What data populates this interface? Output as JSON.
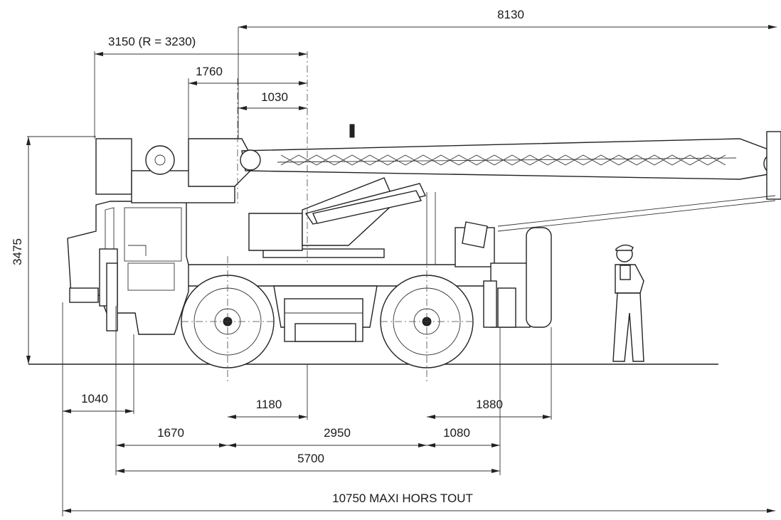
{
  "dimensions": {
    "total_top_length": "8130",
    "rear_overhang_radius": "3150 (R = 3230)",
    "dim_1760": "1760",
    "dim_1030": "1030",
    "height": "3475",
    "front_overhang": "1040",
    "axle_to_slew": "1180",
    "rear_overhang_outrigger": "1880",
    "front_to_axle": "1670",
    "wheelbase": "2950",
    "rear_axle_to_outrigger": "1080",
    "outrigger_span": "5700",
    "overall_length": "10750 MAXI HORS TOUT"
  }
}
